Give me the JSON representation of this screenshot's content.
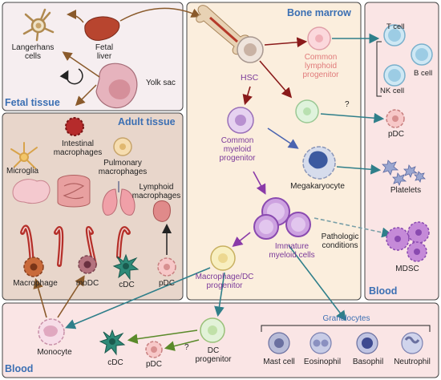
{
  "panels": {
    "fetal_tissue": "Fetal tissue",
    "adult_tissue": "Adult tissue",
    "bone_marrow": "Bone marrow",
    "blood_right": "Blood",
    "blood_bottom": "Blood"
  },
  "fetal": {
    "langerhans": "Langerhans\ncells",
    "fetal_liver": "Fetal\nliver",
    "yolk_sac": "Yolk sac"
  },
  "adult": {
    "microglia": "Microglia",
    "intestinal": "Intestinal\nmacrophages",
    "pulmonary": "Pulmonary\nmacrophages",
    "lymphoid_mac": "Lymphoid\nmacrophages",
    "macrophage": "Macrophage",
    "modc": "moDC",
    "cdc": "cDC",
    "pdc": "pDC"
  },
  "marrow": {
    "hsc": "HSC",
    "clp": "Common\nlymphoid\nprogenitor",
    "cmp": "Common\nmyeloid\nprogenitor",
    "megakaryocyte": "Megakaryocyte",
    "immature": "Immature\nmyeloid cells",
    "mac_dc": "Macrophage/DC\nprogenitor",
    "pathologic": "Pathologic\nconditions",
    "question": "?"
  },
  "blood_right": {
    "t_cell": "T cell",
    "b_cell": "B cell",
    "nk_cell": "NK cell",
    "pdc": "pDC",
    "platelets": "Platelets",
    "mdsc": "MDSC"
  },
  "blood_bottom": {
    "monocyte": "Monocyte",
    "cdc": "cDC",
    "pdc": "pDC",
    "question": "?",
    "dc_progenitor": "DC\nprogenitor",
    "granulocytes": "Granulocytes",
    "mast": "Mast cell",
    "eosinophil": "Eosinophil",
    "basophil": "Basophil",
    "neutrophil": "Neutrophil"
  },
  "colors": {
    "fetal_bg": "#f6eef0",
    "adult_bg": "#e8d6cb",
    "marrow_bg": "#fbeedd",
    "blood_bg": "#fae5e5",
    "panel_title": "#3b6fb3",
    "myeloid_label": "#7b3a9a",
    "lymphoid_label": "#e07a7a",
    "arrow_brown": "#8a5a2b",
    "arrow_red": "#8a1a1a",
    "arrow_blue": "#4a64b0",
    "arrow_purple": "#8a3aa8",
    "arrow_teal": "#2f7f8a",
    "arrow_olive": "#5a8a2a"
  }
}
